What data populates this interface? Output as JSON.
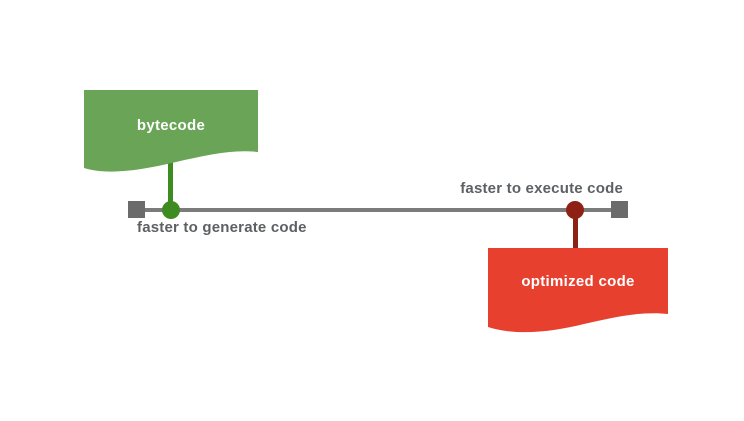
{
  "canvas": {
    "background": "#ffffff"
  },
  "axis": {
    "left_label": "faster to generate code",
    "right_label": "faster to execute code",
    "line_color": "#7b7b7b",
    "endpoint_color": "#6b6b6b",
    "label_color": "#5d6163"
  },
  "markers": {
    "bytecode": {
      "label": "bytecode",
      "banner_color": "#69a457",
      "stem_color": "#3e8c21",
      "dot_color": "#3e8c21",
      "text_color": "#ffffff",
      "position": "left",
      "banner_side": "above"
    },
    "optimized": {
      "label": "optimized code",
      "banner_color": "#e8402f",
      "stem_color": "#8c2114",
      "dot_color": "#8c2114",
      "text_color": "#ffffff",
      "position": "right",
      "banner_side": "below"
    }
  }
}
